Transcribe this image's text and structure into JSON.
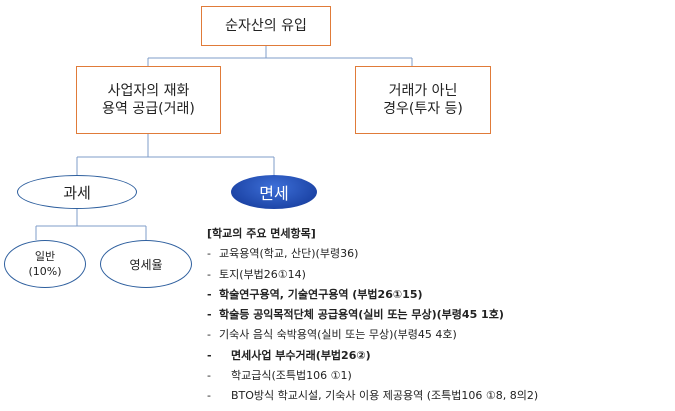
{
  "root": {
    "label": "순자산의 유입"
  },
  "branch_left": {
    "line1": "사업자의 재화",
    "line2": "용역 공급(거래)"
  },
  "branch_right": {
    "line1": "거래가 아닌",
    "line2": "경우(투자 등)"
  },
  "taxable": {
    "label": "과세"
  },
  "exempt": {
    "label": "면세"
  },
  "general": {
    "line1": "일반",
    "line2": "(10%)"
  },
  "zero_rate": {
    "label": "영세율"
  },
  "exempt_list": {
    "title": "[학교의 주요 면세항목]",
    "items": [
      {
        "dash": "-",
        "text": "교육용역(학교, 산단)(부령36)"
      },
      {
        "dash": "-",
        "text": "토지(부법26①14)"
      },
      {
        "dash": "-",
        "text": "학술연구용역, 기술연구용역 (부법26①15)"
      },
      {
        "dash": "-",
        "text": "학술등 공익목적단체 공급용역(실비 또는 무상)(부령45 1호)"
      },
      {
        "dash": "-",
        "text": "기숙사 음식 숙박용역(실비 또는 무상)(부령45 4호)"
      },
      {
        "dash": "-",
        "text": "면세사업 부수거래(부법26②)"
      },
      {
        "dash": "-",
        "text": "학교급식(조특법106 ①1)"
      },
      {
        "dash": "-",
        "text": "BTO방식 학교시설, 기숙사 이용 제공용역 (조특법106 ①8, 8의2)"
      }
    ]
  },
  "colors": {
    "box_border": "#e07b39",
    "oval_border": "#2e5f9e",
    "exempt_fill": "#1e46a8",
    "connector": "#7f9cc8"
  }
}
